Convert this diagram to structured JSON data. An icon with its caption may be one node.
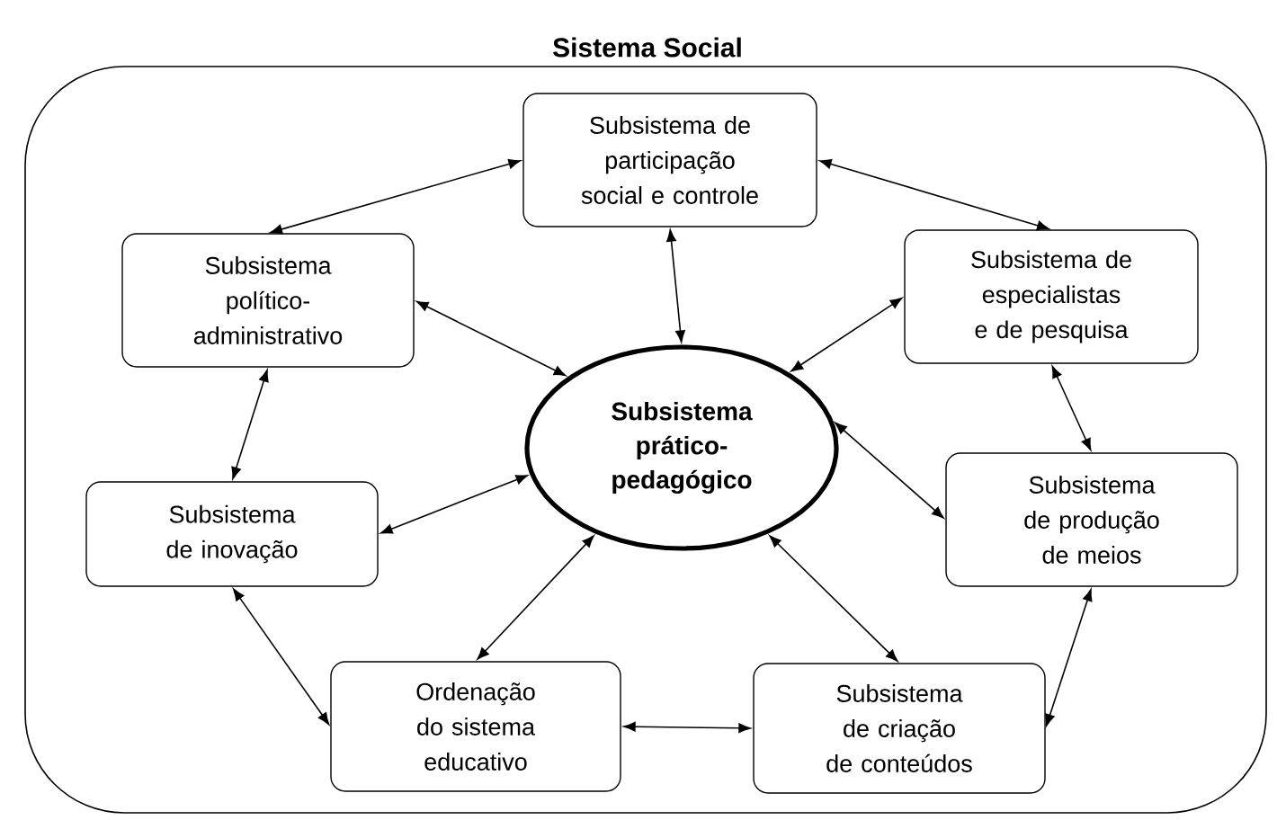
{
  "diagram": {
    "nodes": [
      {
        "text": [
          "Sistema Social"
        ]
      },
      {
        "text": [
          "Subsistema de participação social e controle"
        ],
        "in": 0
      },
      {
        "text": [
          "Subsistema político- administrativo"
        ],
        "in": 0
      },
      {
        "text": [
          "Subsistema de especialistas e de pesquisa"
        ],
        "in": 0
      },
      {
        "text": [
          "Subsistema prático- pedagógico"
        ],
        "in": 0
      },
      {
        "text": [
          "Subsistema de inovação"
        ],
        "in": 0
      },
      {
        "text": [
          "Subsistema de produção de meios"
        ],
        "in": 0
      },
      {
        "text": [
          "Ordenação do sistema educativo"
        ],
        "in": 0
      },
      {
        "text": [
          "Subsistema de criação de conteúdos"
        ],
        "in": 0
      }
    ],
    "edges": [
      {
        "from": 1,
        "to": 2,
        "arrow": "both"
      },
      {
        "from": 1,
        "to": 3,
        "arrow": "both"
      },
      {
        "from": 1,
        "to": 4,
        "arrow": "both"
      },
      {
        "from": 2,
        "to": 4,
        "arrow": "both"
      },
      {
        "from": 3,
        "to": 4,
        "arrow": "both"
      },
      {
        "from": 2,
        "to": 5,
        "arrow": "both"
      },
      {
        "from": 3,
        "to": 6,
        "arrow": "both"
      },
      {
        "from": 5,
        "to": 4,
        "arrow": "both"
      },
      {
        "from": 6,
        "to": 4,
        "arrow": "both"
      },
      {
        "from": 5,
        "to": 7,
        "arrow": "both"
      },
      {
        "from": 7,
        "to": 4,
        "arrow": "both"
      },
      {
        "from": 8,
        "to": 4,
        "arrow": "both"
      },
      {
        "from": 7,
        "to": 8,
        "arrow": "both"
      },
      {
        "from": 6,
        "to": 8,
        "arrow": "both"
      }
    ]
  }
}
